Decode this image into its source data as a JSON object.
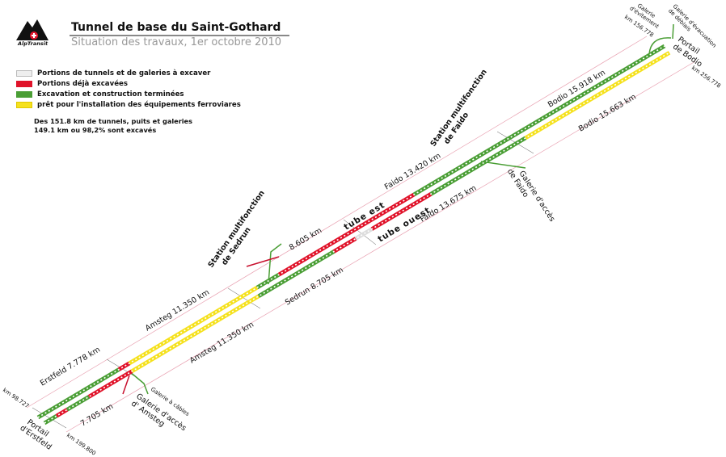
{
  "header": {
    "title": "Tunnel de base du Saint-Gothard",
    "subtitle": "Situation des travaux, 1er octobre 2010",
    "logo_text": "AlpTransit"
  },
  "legend": [
    {
      "label": "Portions de tunnels et de galeries à excaver",
      "color": "#eeeeee"
    },
    {
      "label": "Portions déjà excavées",
      "color": "#e0132a"
    },
    {
      "label": "Excavation et construction terminées",
      "color": "#4a9e35"
    },
    {
      "label": "prêt pour l'installation des équipements ferroviares",
      "color": "#f5e11d"
    }
  ],
  "stats": {
    "line1": "Des 151.8 km de tunnels, puits et galeries",
    "line2": "149.1 km ou 98,2% sont excavés"
  },
  "labels": {
    "erstfeld_east": "Erstfeld 7.778 km",
    "erstfeld_west": "7.705 km",
    "amsteg_east": "Amsteg 11.350 km",
    "amsteg_west": "Amsteg 11.350 km",
    "sedrun_east": "8.605  km",
    "sedrun_west": "Sedrun 8.705 km",
    "faido_east": "Faido 13.420 km",
    "faido_west": "Faido 13.675 km",
    "bodio_east": "Bodio 15.918 km",
    "bodio_west": "Bodio 15.663 km",
    "tube_est": "tube est",
    "tube_ouest": "tube ouest",
    "station_sedrun_1": "Station multifonction",
    "station_sedrun_2": "de Sedrun",
    "station_faido_1": "Station multifonction",
    "station_faido_2": "de Faido",
    "galerie_faido_1": "Galerie d'accès",
    "galerie_faido_2": "de Faido",
    "galerie_amsteg_1": "Galerie d'accès",
    "galerie_amsteg_2": "d' Amsteg",
    "galerie_cables": "Galerie à câbles",
    "portail_erstfeld_1": "Portail",
    "portail_erstfeld_2": "d'Erstfeld",
    "km_erstfeld_east": "km 98.727",
    "km_erstfeld_west": "km 199.800",
    "portail_bodio_1": "Portail",
    "portail_bodio_2": "de Bodio",
    "km_bodio": "km 256.778",
    "galerie_evitement_1": "Galerie",
    "galerie_evitement_2": "d'évitement",
    "km_evitement": "km 156.778",
    "galerie_evacuation_1": "Galerie d'évacuation",
    "galerie_evacuation_2": "de déblais"
  }
}
